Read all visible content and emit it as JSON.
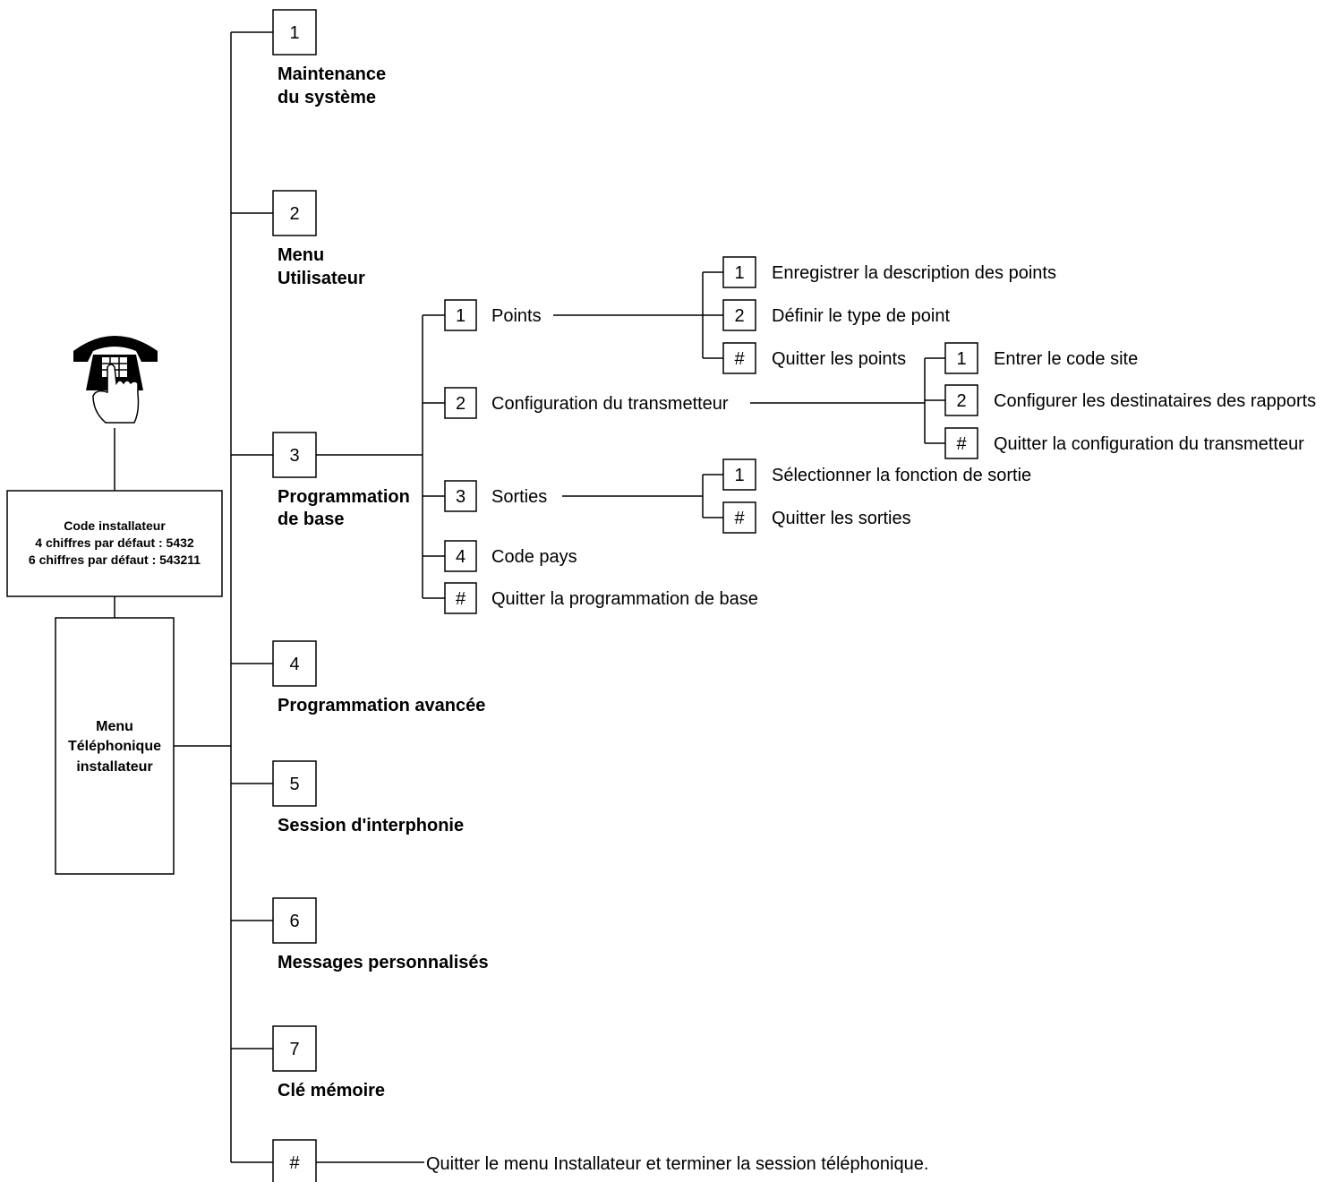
{
  "code_box": {
    "title": "Code installateur",
    "line1": "4 chiffres par défaut : 5432",
    "line2": "6 chiffres par défaut : 543211"
  },
  "menu_box": {
    "line1": "Menu",
    "line2": "Téléphonique",
    "line3": "installateur"
  },
  "main_menu": [
    {
      "key": "1",
      "label1": "Maintenance",
      "label2": "du système"
    },
    {
      "key": "2",
      "label1": "Menu",
      "label2": "Utilisateur"
    },
    {
      "key": "3",
      "label1": "Programmation",
      "label2": "de base"
    },
    {
      "key": "4",
      "label1": "Programmation  avancée",
      "label2": ""
    },
    {
      "key": "5",
      "label1": "Session d'interphonie",
      "label2": ""
    },
    {
      "key": "6",
      "label1": "Messages personnalisés",
      "label2": ""
    },
    {
      "key": "7",
      "label1": "Clé mémoire",
      "label2": ""
    },
    {
      "key": "#",
      "label1": "Quitter le menu Installateur et terminer la session téléphonique.",
      "label2": ""
    }
  ],
  "base_menu": [
    {
      "key": "1",
      "label": "Points"
    },
    {
      "key": "2",
      "label": "Configuration du transmetteur"
    },
    {
      "key": "3",
      "label": "Sorties"
    },
    {
      "key": "4",
      "label": "Code pays"
    },
    {
      "key": "#",
      "label": "Quitter la programmation de base"
    }
  ],
  "points_menu": [
    {
      "key": "1",
      "label": "Enregistrer la description des points"
    },
    {
      "key": "2",
      "label": "Définir le type de point"
    },
    {
      "key": "#",
      "label": "Quitter les points"
    }
  ],
  "transmitter_menu": [
    {
      "key": "1",
      "label": "Entrer le code site"
    },
    {
      "key": "2",
      "label": "Configurer les destinataires des rapports"
    },
    {
      "key": "#",
      "label": "Quitter la configuration du transmetteur"
    }
  ],
  "outputs_menu": [
    {
      "key": "1",
      "label": "Sélectionner la fonction de sortie"
    },
    {
      "key": "#",
      "label": "Quitter les sorties"
    }
  ]
}
